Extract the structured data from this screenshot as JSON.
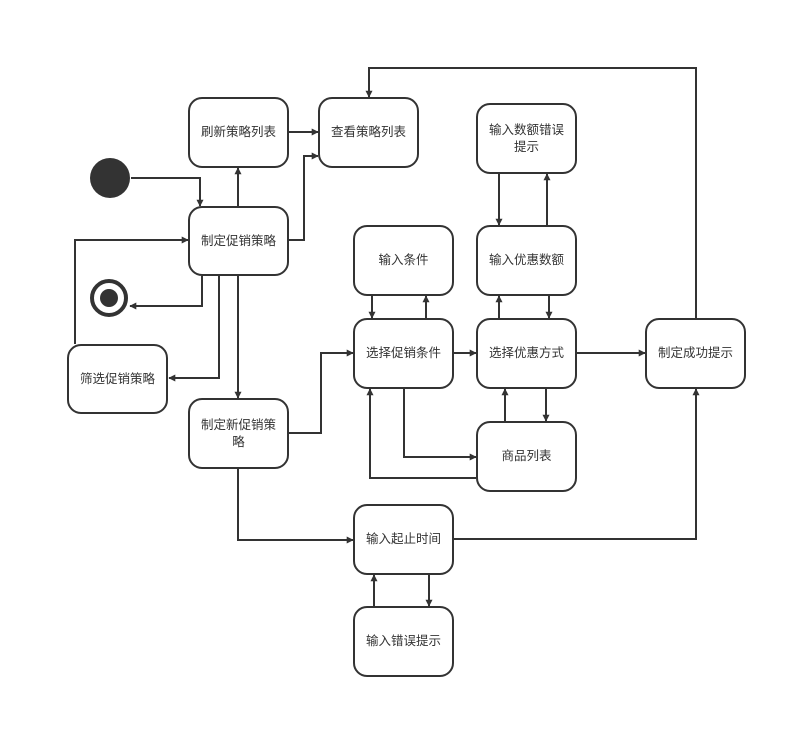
{
  "diagram": {
    "nodes": {
      "refresh_list": "刷新策略列表",
      "view_list": "查看策略列表",
      "make_strategy": "制定促销策略",
      "filter_strategy": "筛选促销策略",
      "new_strategy": "制定新促销策略",
      "input_condition": "输入条件",
      "select_condition": "选择促销条件",
      "amount_error": "输入数额错误提示",
      "input_amount": "输入优惠数额",
      "select_method": "选择优惠方式",
      "product_list": "商品列表",
      "success_prompt": "制定成功提示",
      "input_time": "输入起止时间",
      "input_error": "输入错误提示"
    },
    "colors": {
      "stroke": "#333333",
      "fill": "#ffffff"
    }
  }
}
